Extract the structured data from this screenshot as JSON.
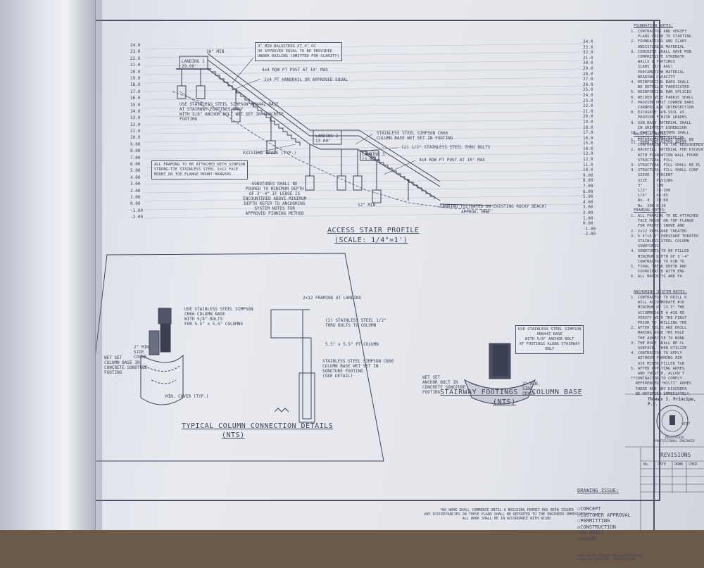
{
  "drawing": {
    "stair_caption": "ACCESS STAIR PROFILE",
    "stair_scale": "(SCALE: 1/4\"=1')",
    "column_caption": "TYPICAL COLUMN CONNECTION DETAILS",
    "column_scale": "(NTS)",
    "footing_caption": "STAIRWAY FOOTINGS - COLUMN BASE",
    "footing_scale": "(NTS)",
    "labels": {
      "baluster": "4\" MIN BALUSTERS AT 4\" OC\nOR APPROVED EQUAL TO BE PROVIDED\nUNDER RAILING (OMITTED FOR CLARITY)",
      "post": "4x4 ROW PT POST AT 10' MAX",
      "handrail": "2x4 PT HANDRAIL OR APPROVED EQUAL",
      "simpson_base": "USE STAINLESS STEEL SIMPSON ABW44Z BASE\nAT STAIRWAY FOOTINGS ONLY\nWITH 5/8\" ANCHOR BOLT WET SET IN CONCRETE\nFOOTING",
      "landing1": "LANDING 1\n29.00'",
      "landing2": "LANDING 2\n13.00'",
      "landing3": "LANDING 3\n13.00'",
      "existing_grade": "EXISTING GRADE (TYP.)",
      "framing_attach": "ALL FRAMING TO BE ATTACHED WITH SIMPSON\nSTRONG-TIE STAINLESS STEEL 2x12 FACE\nMOUNT OR TOP FLANGE MOUNT HANGERS",
      "sonotubes": "SONOTUBES SHALL BE\nPOURED TO MINIMUM DEPTH\nOF 3'-4\" IF LEDGE IS\nENCOUNTERED ABOVE MINIMUM\nDEPTH REFER TO ANCHORING\nSYSTEM NOTES FOR\nAPPROVED PINNING METHOD",
      "cbbe": "STAINLESS STEEL SIMPSON CB66\nCOLUMN BASE WET SET IN FOOTING",
      "thru_bolts": "(2) 1/2\" STAINLESS STEEL THRU BOLTS",
      "post2": "4x4 ROW PT POST AT 10' MAX",
      "min12": "12\" MIN",
      "beach": "LANDING (SITUATED ON EXISTING ROCKY BEACH)",
      "mhw": "APPROX. MHW",
      "col_simpson": "USE STAINLESS STEEL SIMPSON\nCB66 COLUMN BASE\nWITH 5/8\" BOLTS\nFOR 5.5\" x 5.5\" COLUMNS",
      "col_wetset": "WET SET\nCOLUMN BASE IN\nCONCRETE SONOTUBE\nFOOTING",
      "min_cover": "MIN. COVER (TYP.)",
      "framing_landing": "2x12 FRAMING AT LANDING",
      "ss_bolts": "(2) STAINLESS STEEL 1/2\"\nTHRU BOLTS TO COLUMN",
      "pt_column": "5.5\" x 5.5\" PT COLUMN",
      "cb66": "STAINLESS STEEL SIMPSON CB66\nCOLUMN BASE WET SET IN\nSONOTUBE FOOTING\n(SEE DETAIL)",
      "foot_simpson": "USE STAINLESS STEEL SIMPSON\nABW44Z BASE\nWITH 5/8\" ANCHOR BOLT\nAT FOOTINGS ALONG STAIRWAY\nONLY",
      "foot_wetset": "WET SET\nANCHOR BOLT IN\nCONCRETE SONOTUBE\nFOOTING",
      "side_cover": "2\" MIN.\nSIDE\nCOVER",
      "top_dim": "36\" MIN"
    },
    "elevations_left": [
      "24.0",
      "23.0",
      "22.0",
      "21.0",
      "20.0",
      "19.0",
      "18.0",
      "17.0",
      "16.0",
      "15.0",
      "14.0",
      "13.0",
      "12.0",
      "11.0",
      "10.0",
      "9.00",
      "8.00",
      "7.00",
      "6.00",
      "5.00",
      "4.00",
      "3.00",
      "2.00",
      "1.00",
      "0.00",
      "-1.00",
      "-2.00"
    ],
    "elevations_right": [
      "34.0",
      "33.0",
      "32.0",
      "31.0",
      "30.0",
      "29.0",
      "28.0",
      "27.0",
      "26.0",
      "25.0",
      "24.0",
      "23.0",
      "22.0",
      "21.0",
      "20.0",
      "19.0",
      "18.0",
      "17.0",
      "16.0",
      "15.0",
      "14.0",
      "13.0",
      "12.0",
      "11.0",
      "10.0",
      "9.00",
      "8.00",
      "7.00",
      "6.00",
      "5.00",
      "4.00",
      "3.00",
      "2.00",
      "1.00",
      "0.00",
      "-1.00",
      "-2.00"
    ]
  },
  "notes_panel": {
    "foundation_heading": "FOUNDATION NOTES:",
    "foundation": "1. CONTRACTOR AND VERIFY\n   PLANS PRIOR TO STARTING\n2. FOUNDATIONS AND SLABS\n   UNDISTURBED MATERIAL\n3. CONCRETE SHALL HAVE MIN\n   COMPRESSIVE STRENGTH\n   WALLS & FOOTINGS\n   SLABS (3/4 AGG)\n   PRECAMPTION MATERIAL\n   BEARING CAPACITY\n4. REINFORCING BARS SHALL\n   BE DETAILED FABRICATED\n5. REINFORCING BAR SPLICES\n6. WELDED WIRE FABRIC SHALL\n7. PROVIDE MOST CORNER BARS\n   CORNERS AND INTERSECTION\n8. EXCAVATE SUB-SOIL AS\n   PROVIDE FINISH GRADES\n9. SUB-BASE MATERIAL SHALL\n   IN GREATEST DIMENSION\n10. FOOTING BOTTOMS SHALL\n   LIFTS, STONE BEDDING\n11. OVER EXCAVATED AREAS",
    "backfill_heading": "BACKFILL NOTES:",
    "backfill": "1. EXCAVATED AREAS SHALL BE\n   CONFORMING TO THE REQUIREMENTS\n2. BACKFILL MATERIAL FOR EXCAVATION\n   WITH FOUNDATION WALL FOUND\n   STRUCTURAL FILL\n3. STRUCTURAL FILL SHALL BE PL\n4. STRUCTURAL FILL SHALL CONF\n   SIEVE   PERCENT\n   SIZE    PASSING\n   3\"      100\n   1/2\"    70-100\n   1/4\"    45-65\n   No. 4   30-60\n   No. 200 0-10",
    "framing_heading": "FRAMING NOTES:",
    "framing": "1. ALL FRAMING TO BE ATTACHED\n   FACE MOUNT OR TOP FLANGE\n   FOR PROPER SNOWE AND\n2. 2x12 PRESSURE TREATED\n3. 5.5\"x5.5\" PRESSURE TREATED\n   STAINLESS STEEL COLUMN\n   SONOTUBES\n4. SONOTUBES TO BE FILLED\n   MINIMUM DEPTH OF 3'-4\"\n   CONTRACTOR TO PIN TO\n5. FINAL TREAD DEPTH AND\n   COORDINATED WITH ENG\n6. ALL BRACKETS AND FA",
    "anchoring_heading": "ANCHORING SYSTEM NOTES:",
    "anchoring": "1. CONTRACTOR TO DRILL 0\n   WILL ACCOMMODATE #10\n   MINIMUM OF 23.5\" THE\n   ACCOMMODATE A #10 RE\n   VERIFY WITH THE FIRST\n   PRIOR TO DRILLING THE\n2. AFTER HOLES ARE DRILL\n   MAKING SURE THE HOLE\n   THE ADHESIVE TO BOND\n3. THE HOLE SHALL BE CL\n   SURFACE, THEN UTILIZE\n4. CONTRACTOR TO APPLY\n   WITHOUT FORMING AIR\n   USE MIXER FILLER TUB\n5. AFTER APPLYING ADHES\n   AND TWISTED, ALLOW T\n**CONTRACTOR TO COMPLY\n  REFERENCED \"HILTI\" ADHES\n  THERE ARE ANY DISCREPA\n  BE NOTIFIED IMMEDIATELY."
  },
  "title_block": {
    "engineer": "Thomas J. Principe, P.E.",
    "stamp_text": "REGISTERED\nPROFESSIONAL ENGINEER",
    "stamp_number": "9707",
    "revisions": "REVISIONS",
    "rev_cols": [
      "No.",
      "DATE",
      "DRWN",
      "CHKD"
    ]
  },
  "drawing_issue": {
    "heading": "DRAWING ISSUE:",
    "items": [
      {
        "label": "CONCEPT",
        "checked": false
      },
      {
        "label": "CUSTOMER APPROVAL",
        "checked": false
      },
      {
        "label": "PERMITTING",
        "checked": false
      },
      {
        "label": "CONSTRUCTION",
        "checked": true
      },
      {
        "label": "AS-BUILT",
        "checked": false
      },
      {
        "label": "OTHER:",
        "checked": false
      }
    ],
    "footer": "ONLY PLANS ISSUED FOR CONSTRUCTION\nSHALL BE USED FOR CONSTRUCTION"
  },
  "footer_note": "*NO WORK SHALL COMMENCE UNTIL A BUILDING PERMIT HAS BEEN ISSUED\nANY DISCREPANCIES ON THESE PLANS SHALL BE REPORTED TO THE ENGINEER IMMEDIATELY\nALL WORK SHALL BE IN ACCORDANCE WITH RISBC"
}
